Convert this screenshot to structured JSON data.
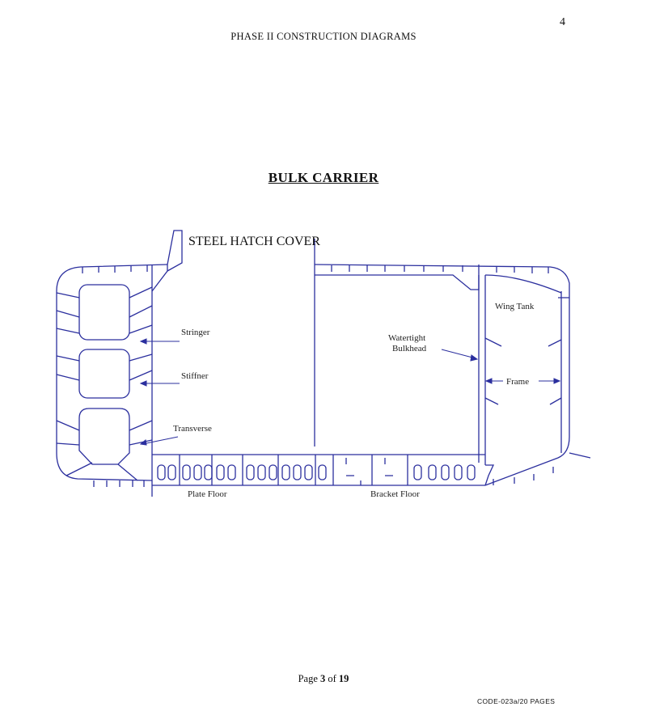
{
  "page": {
    "corner_number": "4",
    "header": "PHASE II CONSTRUCTION DIAGRAMS",
    "title": "BULK CARRIER",
    "footer": {
      "prefix": "Page ",
      "current": "3",
      "middle": " of ",
      "total": "19"
    },
    "code": "CODE-023a/20 PAGES"
  },
  "diagram": {
    "line_color": "#2b2f9e",
    "labels": {
      "hatch_cover": "STEEL HATCH COVER",
      "stringer": "Stringer",
      "stiffner": "Stiffner",
      "transverse": "Transverse",
      "plate_floor": "Plate Floor",
      "bracket_floor": "Bracket Floor",
      "watertight_line1": "Watertight",
      "watertight_line2": "Bulkhead",
      "wing_tank": "Wing Tank",
      "frame": "Frame"
    }
  }
}
